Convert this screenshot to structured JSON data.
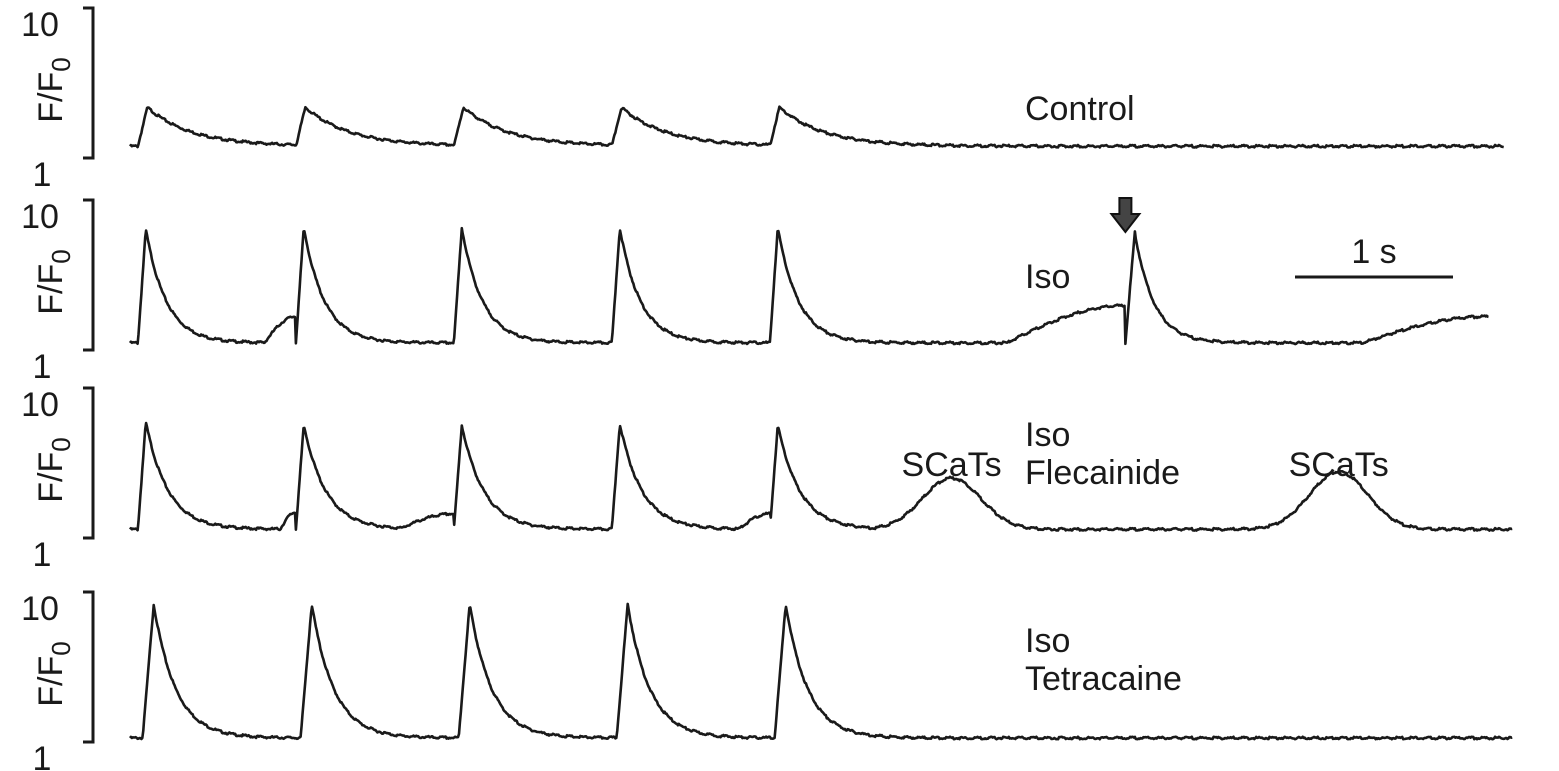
{
  "chart_data": [
    {
      "type": "line",
      "label": "Control",
      "y_axis": {
        "label": "F/F",
        "label_sub": "0",
        "ticks": [
          "10",
          "1"
        ],
        "range": [
          1,
          10
        ]
      },
      "x_unit": "s",
      "baseline": 1.5,
      "tail": {
        "until": 8.7,
        "level": 1.4
      },
      "series": [
        {
          "name": "Control",
          "events": [
            {
              "t": 0.05,
              "type": "evoked",
              "peak": 4.0,
              "tau": 0.28,
              "rise": 0.06
            },
            {
              "t": 1.05,
              "type": "evoked",
              "peak": 4.0,
              "tau": 0.28,
              "rise": 0.06
            },
            {
              "t": 2.05,
              "type": "evoked",
              "peak": 4.0,
              "tau": 0.28,
              "rise": 0.06
            },
            {
              "t": 3.05,
              "type": "evoked",
              "peak": 4.0,
              "tau": 0.28,
              "rise": 0.06
            },
            {
              "t": 4.05,
              "type": "evoked",
              "peak": 4.0,
              "tau": 0.28,
              "rise": 0.06
            }
          ]
        }
      ]
    },
    {
      "type": "line",
      "label": "Iso",
      "y_axis": {
        "label": "F/F",
        "label_sub": "0",
        "ticks": [
          "10",
          "1"
        ],
        "range": [
          1,
          10
        ]
      },
      "x_unit": "s",
      "baseline": 1.2,
      "tail": {
        "until": 8.6,
        "level": 2.8
      },
      "series": [
        {
          "name": "Iso",
          "events": [
            {
              "t": 0.05,
              "type": "evoked",
              "peak": 8.5,
              "tau": 0.13,
              "rise": 0.05
            },
            {
              "t": 0.85,
              "type": "ramp",
              "end": 1.05,
              "level": 2.9
            },
            {
              "t": 1.05,
              "type": "evoked",
              "peak": 8.6,
              "tau": 0.13,
              "rise": 0.05
            },
            {
              "t": 2.05,
              "type": "evoked",
              "peak": 8.6,
              "tau": 0.13,
              "rise": 0.05
            },
            {
              "t": 3.05,
              "type": "evoked",
              "peak": 8.6,
              "tau": 0.13,
              "rise": 0.05
            },
            {
              "t": 4.05,
              "type": "evoked",
              "peak": 8.6,
              "tau": 0.13,
              "rise": 0.05
            },
            {
              "t": 5.55,
              "type": "ramp",
              "end": 6.3,
              "level": 3.6
            },
            {
              "t": 6.3,
              "type": "evoked",
              "peak": 8.3,
              "tau": 0.12,
              "rise": 0.06
            },
            {
              "t": 7.8,
              "type": "ramp",
              "end": 8.6,
              "level": 2.9
            }
          ]
        }
      ],
      "annotations": [
        {
          "type": "arrow",
          "t": 6.3,
          "text": ""
        },
        {
          "type": "scalebar",
          "length": 1.0,
          "text": "1 s"
        }
      ]
    },
    {
      "type": "line",
      "label": [
        "Iso",
        "Flecainide"
      ],
      "y_axis": {
        "label": "F/F",
        "label_sub": "0",
        "ticks": [
          "10",
          "1"
        ],
        "range": [
          1,
          10
        ]
      },
      "x_unit": "s",
      "baseline": 1.3,
      "tail": {
        "until": 8.75,
        "level": 1.2
      },
      "series": [
        {
          "name": "Iso + Flecainide",
          "events": [
            {
              "t": 0.05,
              "type": "evoked",
              "peak": 8.2,
              "tau": 0.14,
              "rise": 0.05
            },
            {
              "t": 0.95,
              "type": "ramp",
              "end": 1.05,
              "level": 2.4
            },
            {
              "t": 1.05,
              "type": "evoked",
              "peak": 8.0,
              "tau": 0.14,
              "rise": 0.05
            },
            {
              "t": 1.7,
              "type": "ramp",
              "end": 2.05,
              "level": 2.3
            },
            {
              "t": 2.05,
              "type": "evoked",
              "peak": 8.0,
              "tau": 0.14,
              "rise": 0.05
            },
            {
              "t": 3.05,
              "type": "evoked",
              "peak": 8.1,
              "tau": 0.14,
              "rise": 0.05
            },
            {
              "t": 3.85,
              "type": "ramp",
              "end": 4.05,
              "level": 2.3
            },
            {
              "t": 4.05,
              "type": "evoked",
              "peak": 8.0,
              "tau": 0.14,
              "rise": 0.05
            },
            {
              "t": 5.2,
              "type": "scat",
              "peak": 4.6,
              "width": 0.26
            },
            {
              "t": 7.65,
              "type": "scat",
              "peak": 5.0,
              "width": 0.26
            }
          ]
        }
      ],
      "annotations": [
        {
          "type": "label",
          "t": 5.2,
          "text": "SCaTs"
        },
        {
          "type": "label",
          "t": 7.65,
          "text": "SCaTs"
        }
      ]
    },
    {
      "type": "line",
      "label": [
        "Iso",
        "Tetracaine"
      ],
      "y_axis": {
        "label": "F/F",
        "label_sub": "0",
        "ticks": [
          "10",
          "1"
        ],
        "range": [
          1,
          10
        ]
      },
      "x_unit": "s",
      "baseline": 1.0,
      "tail": {
        "until": 8.75,
        "level": 1.0
      },
      "series": [
        {
          "name": "Iso + Tetracaine",
          "events": [
            {
              "t": 0.08,
              "type": "evoked",
              "peak": 9.6,
              "tau": 0.14,
              "rise": 0.07
            },
            {
              "t": 1.08,
              "type": "evoked",
              "peak": 9.6,
              "tau": 0.14,
              "rise": 0.07
            },
            {
              "t": 2.08,
              "type": "evoked",
              "peak": 9.6,
              "tau": 0.14,
              "rise": 0.07
            },
            {
              "t": 3.08,
              "type": "evoked",
              "peak": 9.6,
              "tau": 0.14,
              "rise": 0.07
            },
            {
              "t": 4.08,
              "type": "evoked",
              "peak": 9.6,
              "tau": 0.14,
              "rise": 0.07
            }
          ]
        }
      ]
    }
  ]
}
